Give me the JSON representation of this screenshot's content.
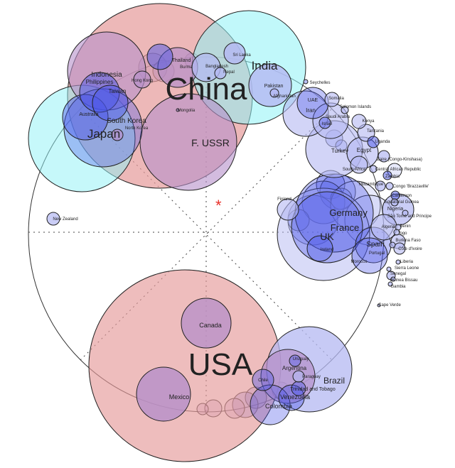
{
  "diagram": {
    "type": "bubble-world-map",
    "center_marker": "*",
    "colors": {
      "pink": "#e59a9a",
      "cyan": "#8ef2f6",
      "mauve": "#b58fc9",
      "blue": "#4a55e8",
      "lightblue": "#b4b8f2",
      "marker": "#e8302a"
    },
    "countries": [
      {
        "name": "China"
      },
      {
        "name": "India"
      },
      {
        "name": "Japan"
      },
      {
        "name": "F. USSR"
      },
      {
        "name": "USA"
      },
      {
        "name": "Canada"
      },
      {
        "name": "Mexico"
      },
      {
        "name": "Brazil"
      },
      {
        "name": "Argentina"
      },
      {
        "name": "Indonesia"
      },
      {
        "name": "Philippines"
      },
      {
        "name": "Taiwan"
      },
      {
        "name": "Australia"
      },
      {
        "name": "South Korea"
      },
      {
        "name": "Mongolia"
      },
      {
        "name": "Pakistan"
      },
      {
        "name": "Bangladesh"
      },
      {
        "name": "Nepal"
      },
      {
        "name": "Sri Lanka"
      },
      {
        "name": "Burma"
      },
      {
        "name": "Thailand"
      },
      {
        "name": "Afghanistan"
      },
      {
        "name": "Seychelles"
      },
      {
        "name": "UAE"
      },
      {
        "name": "Iran"
      },
      {
        "name": "Somalia"
      },
      {
        "name": "Solomon Islands"
      },
      {
        "name": "Saudi Arabia"
      },
      {
        "name": "Israel"
      },
      {
        "name": "Kenya"
      },
      {
        "name": "Tanzania"
      },
      {
        "name": "Uganda"
      },
      {
        "name": "Turkey"
      },
      {
        "name": "Egypt"
      },
      {
        "name": "Zaire (Congo-Kinshasa)"
      },
      {
        "name": "South Africa"
      },
      {
        "name": "Central African Republic"
      },
      {
        "name": "Zambia"
      },
      {
        "name": "Congo 'Brazzaville'"
      },
      {
        "name": "Mozambique"
      },
      {
        "name": "Cameroon"
      },
      {
        "name": "Equatorial Guinea"
      },
      {
        "name": "Nigeria"
      },
      {
        "name": "São Tomé and Principe"
      },
      {
        "name": "Finland"
      },
      {
        "name": "Germany"
      },
      {
        "name": "France"
      },
      {
        "name": "UK"
      },
      {
        "name": "Spain"
      },
      {
        "name": "Algeria"
      },
      {
        "name": "Benin"
      },
      {
        "name": "Togo"
      },
      {
        "name": "Burkina Faso"
      },
      {
        "name": "Morocco"
      },
      {
        "name": "Portugal"
      },
      {
        "name": "Ireland"
      },
      {
        "name": "Côte d'Ivoire"
      },
      {
        "name": "Liberia"
      },
      {
        "name": "Sierra Leone"
      },
      {
        "name": "Senegal"
      },
      {
        "name": "Guinea Bissau"
      },
      {
        "name": "Gambia"
      },
      {
        "name": "Cape Verde"
      },
      {
        "name": "New Zealand"
      },
      {
        "name": "Uruguay"
      },
      {
        "name": "Paraguay"
      },
      {
        "name": "Chile"
      },
      {
        "name": "Trinidad and Tobago"
      },
      {
        "name": "Venezuela"
      },
      {
        "name": "Colombia"
      },
      {
        "name": "Hong Kong"
      },
      {
        "name": "North Korea"
      }
    ]
  }
}
